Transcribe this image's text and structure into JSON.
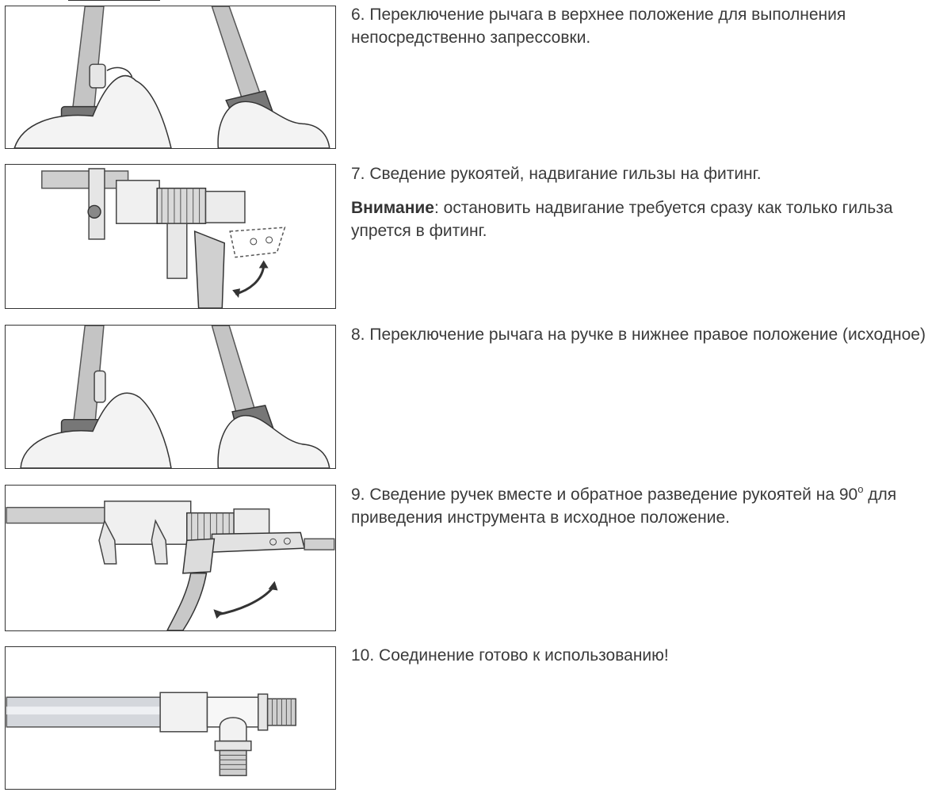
{
  "steps": [
    {
      "number": "6.",
      "text": "Переключение рычага в верхнее положение для выполнения непосредственно запрессовки."
    },
    {
      "number": "7.",
      "text": "Сведение рукоятей, надвигание гильзы на фитинг.",
      "warning_label": "Внимание",
      "warning_text": ": остановить надвигание требуется сразу как только гильза упрется в фитинг."
    },
    {
      "number": "8.",
      "text": "Переключение рычага на ручке в нижнее правое положение (исходное)"
    },
    {
      "number": "9.",
      "text_before": "Сведение ручек вместе и обратное разведение рукоятей на 90",
      "degree": "о",
      "text_after": " для приведения инструмента в исходное положение."
    },
    {
      "number": "10.",
      "text": "Соединение готово к использованию!"
    }
  ],
  "colors": {
    "text": "#3a3a3a",
    "border": "#333333",
    "tool_gray": "#b8b8b8",
    "skin": "#f2f2f2"
  },
  "icons": [
    "hands-lever-illustration",
    "tool-crimping-illustration",
    "hands-lever-down-illustration",
    "tool-reset-illustration",
    "joint-ready-illustration"
  ]
}
